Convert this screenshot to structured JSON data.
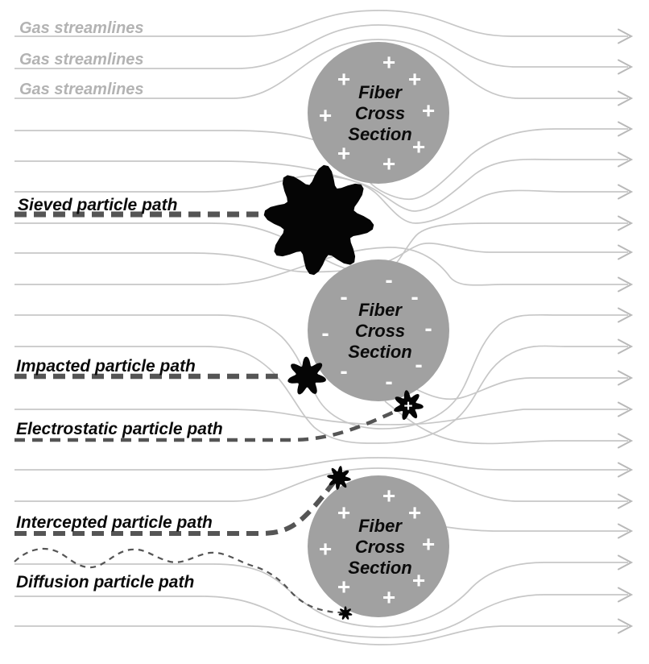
{
  "gas_streamline_labels": [
    "Gas streamlines",
    "Gas streamlines",
    "Gas streamlines"
  ],
  "particle_paths": {
    "sieved": "Sieved particle path",
    "impacted": "Impacted particle path",
    "electrostatic": "Electrostatic particle path",
    "intercepted": "Intercepted particle path",
    "diffusion": "Diffusion particle path"
  },
  "fiber_label_lines": [
    "Fiber",
    "Cross",
    "Section"
  ],
  "fibers": [
    {
      "name": "top-fiber",
      "charge": "positive",
      "charge_symbol": "+"
    },
    {
      "name": "middle-fiber",
      "charge": "negative",
      "charge_symbol": "-"
    },
    {
      "name": "bottom-fiber",
      "charge": "positive",
      "charge_symbol": "+"
    }
  ],
  "electrostatic_particle_charge_symbol": "+",
  "colors": {
    "background": "#ffffff",
    "streamline": "#c7c7c7",
    "flow_arrow": "#b9b9b9",
    "fiber_fill": "#a1a1a1",
    "gas_label_text": "#b3b3b3",
    "path_label_text": "#0b0b0b",
    "particle_path_dash": "#555555",
    "particle_fill": "#050505",
    "charge_symbol_text": "#ffffff"
  }
}
